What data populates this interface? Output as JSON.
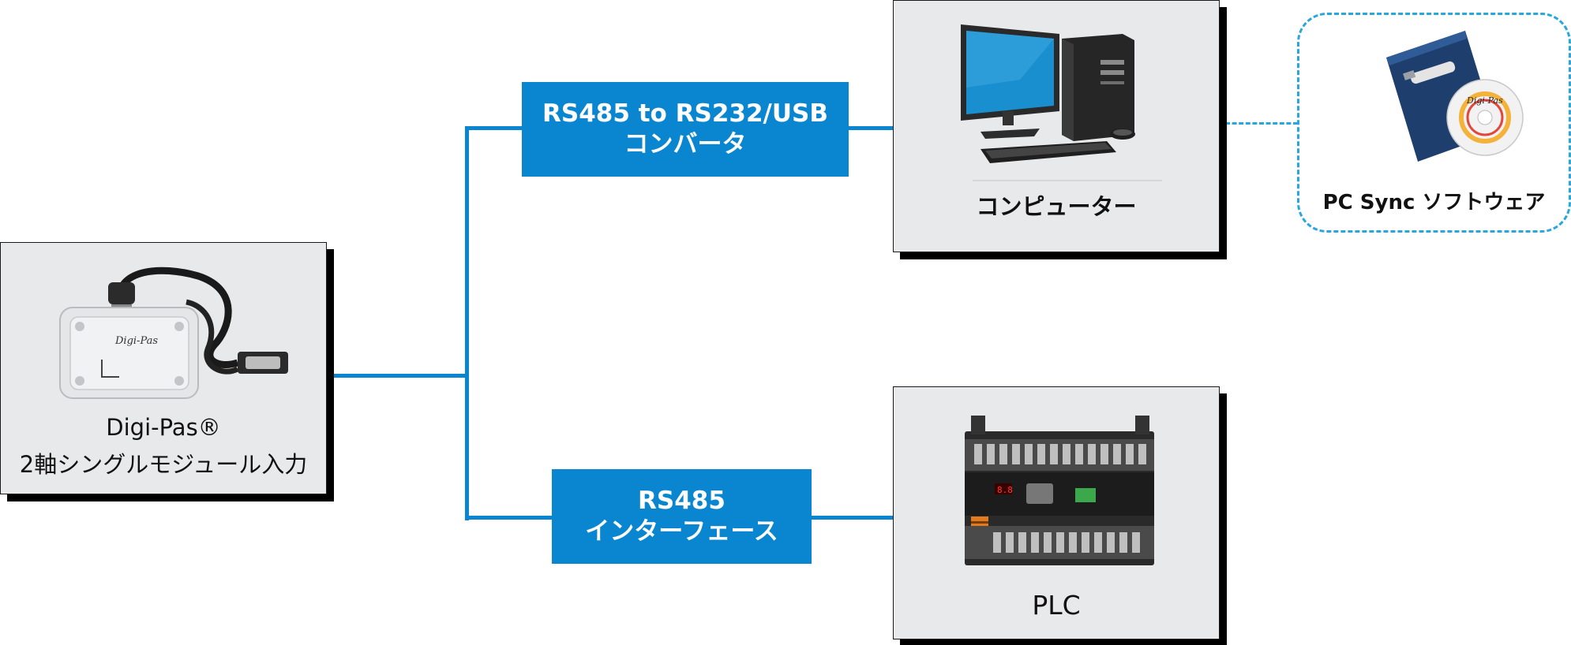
{
  "nodes": {
    "module": {
      "line1": "Digi-Pas®",
      "line2": "2軸シングルモジュール入力"
    },
    "computer": {
      "label": "コンピューター"
    },
    "plc": {
      "label": "PLC"
    },
    "software": {
      "label": "PC Sync ソフトウェア",
      "brand": "Digi-Pas"
    }
  },
  "connectors": {
    "usb_converter": {
      "line1": "RS485 to RS232/USB",
      "line2": "コンバータ"
    },
    "rs485_interface": {
      "line1": "RS485",
      "line2": "インターフェース"
    }
  },
  "colors": {
    "accent": "#0a86d1",
    "dashed": "#2aa6df",
    "box_fill": "#e8e9eb"
  }
}
